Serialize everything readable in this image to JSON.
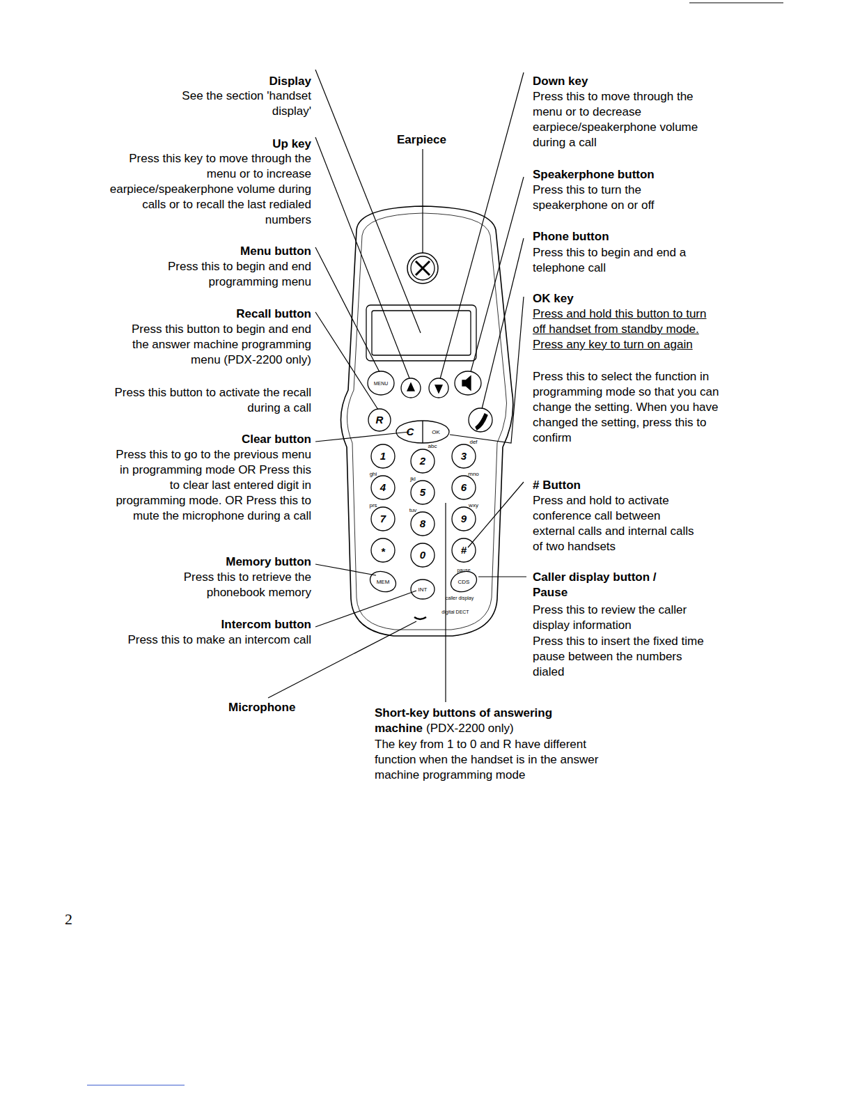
{
  "diagram": {
    "labels": [
      "Display",
      "See the section 'handset display'",
      "Up key",
      "Press this key to move through the menu or to increase earpiece/speakerphone volume during calls or to recall the last redialed numbers",
      "Menu button",
      "Press this to begin and end programming menu",
      "Recall button",
      "Press this button to begin and end the answer machine programming menu (PDX-2200 only)",
      "Press this button to activate the recall during a call",
      "Clear button",
      "Press this to go to the previous menu in programming mode OR Press this to clear last entered digit in programming mode. OR Press this to mute the microphone during a call",
      "Memory button",
      "Press this to retrieve the phonebook memory",
      "Intercom button",
      "Press this to make an intercom call",
      "Microphone",
      "Earpiece",
      "Down key",
      "Press this to move through the menu or to decrease earpiece/speakerphone volume during a call",
      "Speakerphone button",
      "Press this to turn the speakerphone on or off",
      "Phone button",
      "Press this to begin and end a telephone call",
      "OK key",
      "Press and hold this button to turn off handset from standby mode. Press any key to turn on again",
      "Press this to select the function in programming mode so that you can change the setting. When you have changed the setting, press this to confirm",
      "# Button",
      "Press and hold to activate conference call between external calls and internal calls of two handsets",
      "Caller display button / Pause",
      "Press this to review the caller display information",
      "Press this to insert the fixed time pause between the numbers dialed",
      "Short-key buttons of answering machine",
      "(PDX-2200 only)",
      "The key from 1 to 0 and R have different function when the handset is in the answer machine programming mode",
      "2",
      "1",
      "2",
      "3",
      "4",
      "5",
      "6",
      "7",
      "8",
      "9",
      "*",
      "0",
      "#",
      "abc",
      "def",
      "ghi",
      "jkl",
      "mno",
      "prs",
      "tuv",
      "wxy",
      "MENU",
      "R",
      "C",
      "OK",
      "MEM",
      "INT",
      "CDS",
      "pause",
      "caller display",
      "digital DECT"
    ]
  }
}
